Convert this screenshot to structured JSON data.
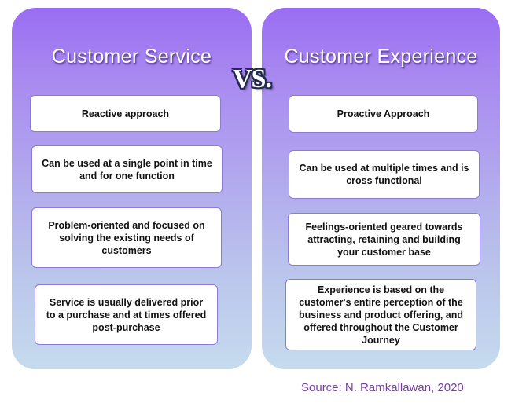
{
  "left": {
    "title": "Customer Service",
    "items": [
      "Reactive approach",
      "Can be used at a single point in time and for one function",
      "Problem-oriented and focused on solving the existing needs of customers",
      "Service is usually delivered prior to a purchase and at times offered post-purchase"
    ]
  },
  "vs_label": "VS.",
  "right": {
    "title": "Customer Experience",
    "items": [
      "Proactive Approach",
      "Can be used at multiple times and is cross functional",
      "Feelings-oriented geared towards attracting, retaining and building your customer base",
      "Experience is based on the customer's entire perception of the business and product offering, and offered throughout the Customer Journey"
    ]
  },
  "source": "Source: N. Ramkallawan, 2020",
  "colors": {
    "panel_top": "#9a6df2",
    "panel_bottom": "#c6dbee",
    "card_border": "#8c7ad6",
    "source_text": "#7a3ba8"
  }
}
